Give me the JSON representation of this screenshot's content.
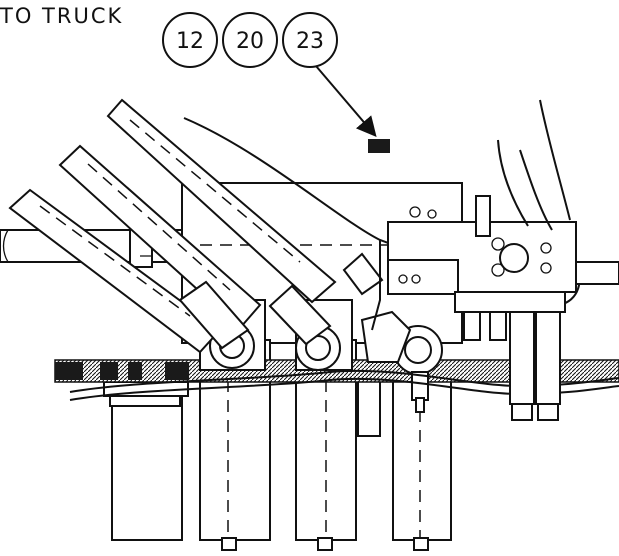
{
  "caption": "TO TRUCK",
  "callouts": [
    "12",
    "20",
    "23"
  ],
  "colors": {
    "line": "#111111",
    "background": "#ffffff"
  }
}
